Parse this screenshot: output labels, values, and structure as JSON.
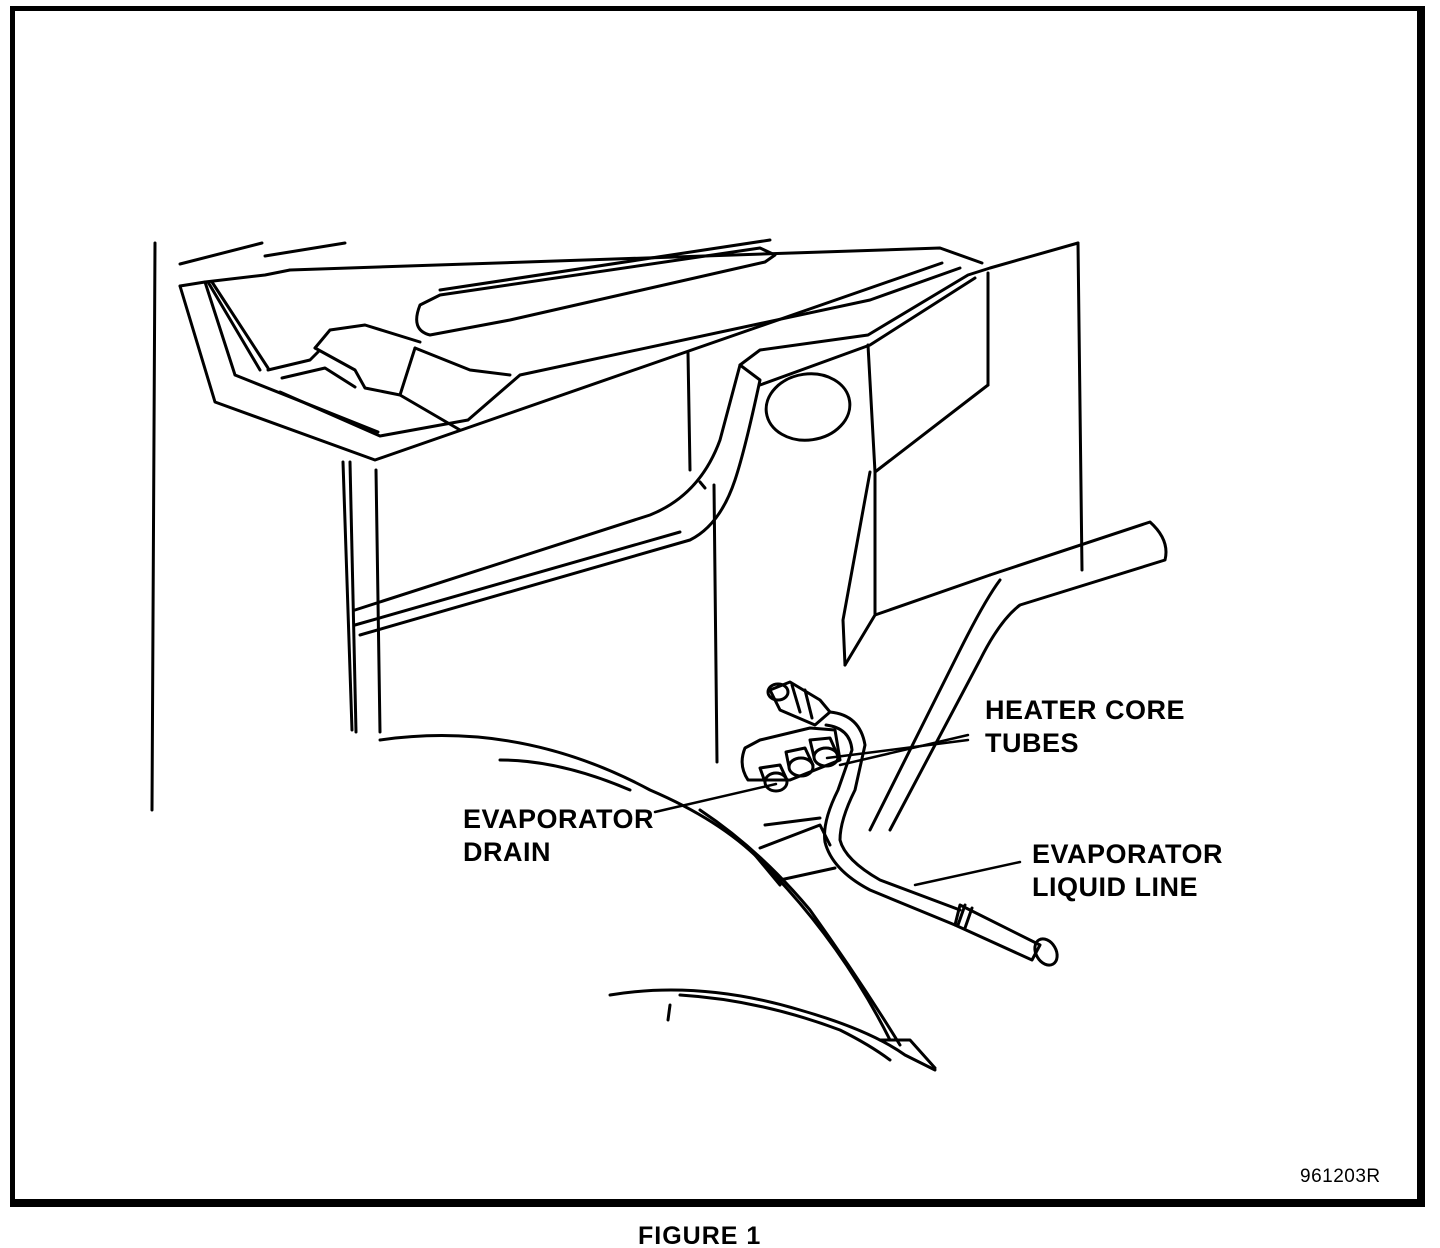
{
  "labels": {
    "heater_core_line1": "HEATER CORE",
    "heater_core_line2": "TUBES",
    "evaporator_drain_line1": "EVAPORATOR",
    "evaporator_drain_line2": "DRAIN",
    "evaporator_liquid_line1": "EVAPORATOR",
    "evaporator_liquid_line2": "LIQUID LINE"
  },
  "reference_code": "961203R",
  "caption": "FIGURE 1",
  "colors": {
    "line": "#000000",
    "background": "#ffffff"
  }
}
